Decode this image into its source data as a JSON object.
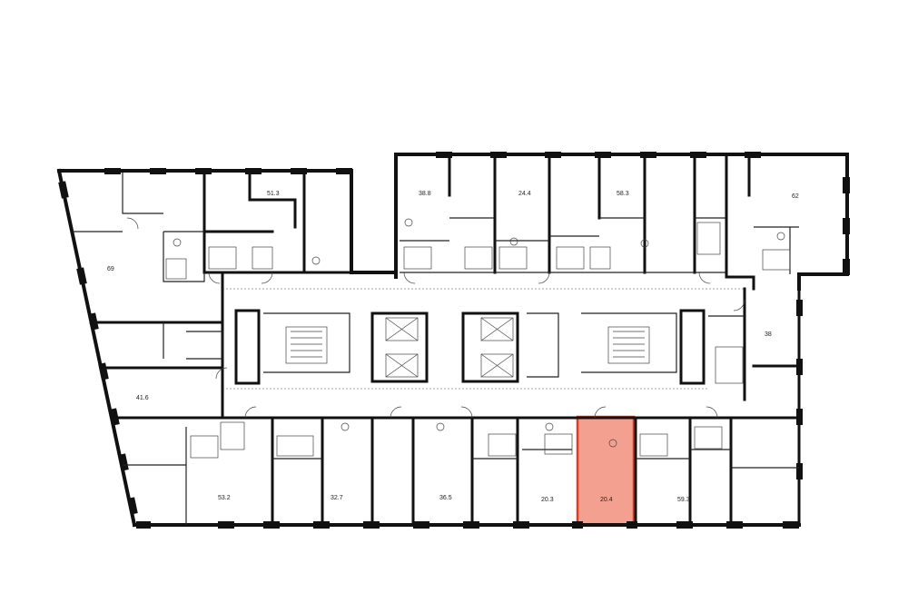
{
  "plan": {
    "highlight_color": "#f4a090",
    "highlight_stroke": "#e03a20",
    "wall_color": "#111111",
    "selected_unit": "20.4",
    "units": [
      {
        "id": "u69",
        "area": "69"
      },
      {
        "id": "u513",
        "area": "51.3"
      },
      {
        "id": "u388",
        "area": "38.8"
      },
      {
        "id": "u244",
        "area": "24.4"
      },
      {
        "id": "u583",
        "area": "58.3"
      },
      {
        "id": "u62",
        "area": "62"
      },
      {
        "id": "u38",
        "area": "38"
      },
      {
        "id": "u416",
        "area": "41.6"
      },
      {
        "id": "u532",
        "area": "53.2"
      },
      {
        "id": "u327",
        "area": "32.7"
      },
      {
        "id": "u365",
        "area": "36.5"
      },
      {
        "id": "u203",
        "area": "20.3"
      },
      {
        "id": "u204",
        "area": "20.4"
      },
      {
        "id": "u593",
        "area": "59.3"
      }
    ]
  }
}
